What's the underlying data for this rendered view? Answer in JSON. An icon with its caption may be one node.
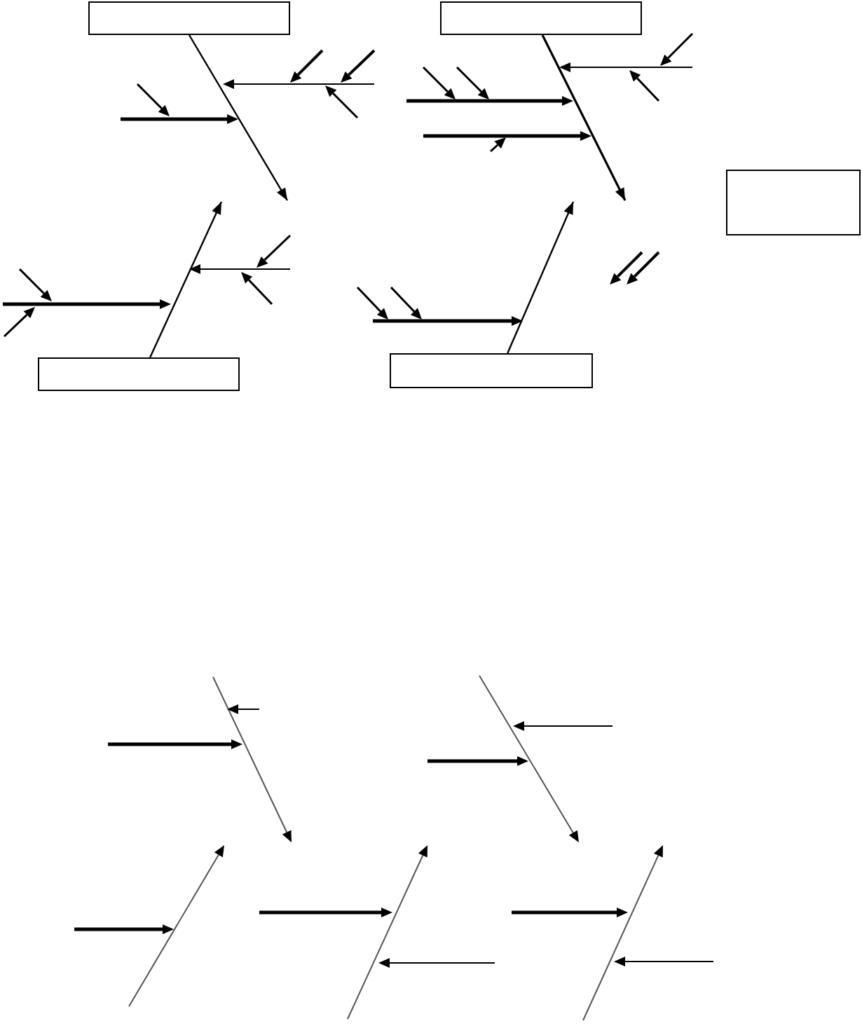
{
  "diagram": {
    "nodes": [
      {
        "text": [],
        "shape": "box"
      },
      {
        "text": [],
        "shape": "box"
      },
      {
        "text": [],
        "shape": "box"
      },
      {
        "text": [],
        "shape": "box"
      },
      {
        "text": [],
        "shape": "box"
      }
    ],
    "edges": [
      {
        "from": 0,
        "to": null,
        "arrow": "to"
      },
      {
        "from": 1,
        "to": null,
        "arrow": "to"
      },
      {
        "from": 3,
        "to": null,
        "arrow": "to"
      },
      {
        "from": 4,
        "to": null,
        "arrow": "to"
      }
    ]
  }
}
